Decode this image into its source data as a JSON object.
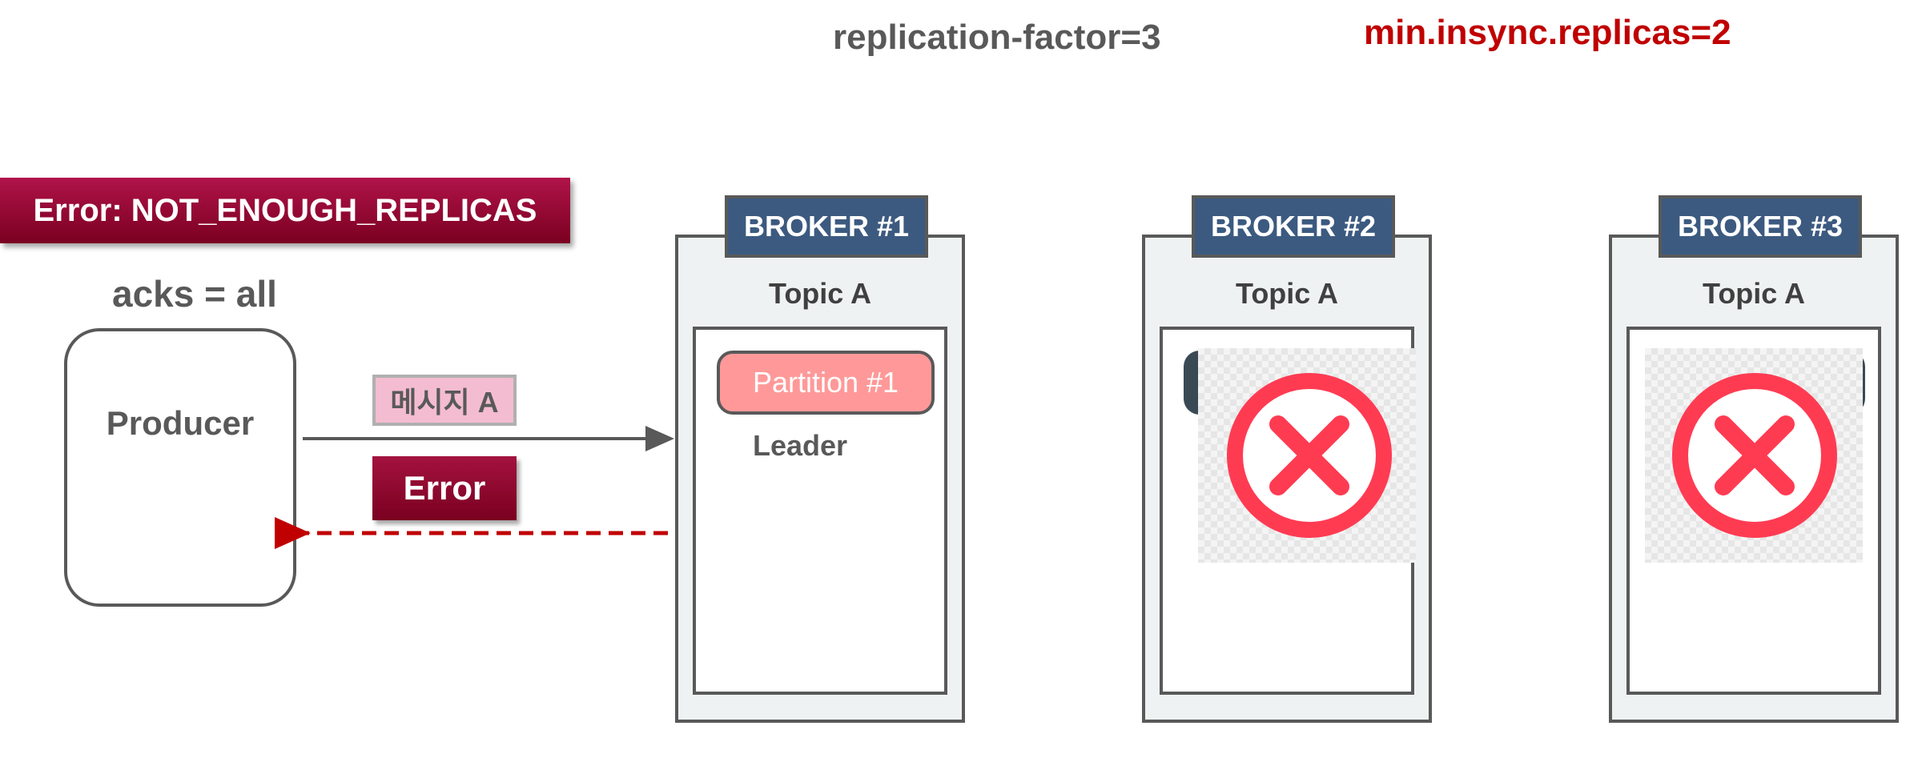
{
  "header": {
    "replication_factor": "replication-factor=3",
    "min_insync": "min.insync.replicas=2"
  },
  "error_banner": {
    "text": "Error: NOT_ENOUGH_REPLICAS"
  },
  "producer": {
    "acks_label": "acks = all",
    "label": "Producer"
  },
  "message": {
    "label": "메시지 A"
  },
  "error_response": {
    "label": "Error"
  },
  "brokers": [
    {
      "label": "BROKER #1",
      "topic": "Topic A",
      "partition": "Partition #1",
      "role": "Leader",
      "status": "up"
    },
    {
      "label": "BROKER #2",
      "topic": "Topic A",
      "status": "down"
    },
    {
      "label": "BROKER #3",
      "topic": "Topic A",
      "status": "down"
    }
  ],
  "colors": {
    "error_red": "#c00000",
    "broker_badge": "#3c5a80",
    "partition_fill": "#ff9999",
    "failure_icon": "#ff3b52"
  }
}
